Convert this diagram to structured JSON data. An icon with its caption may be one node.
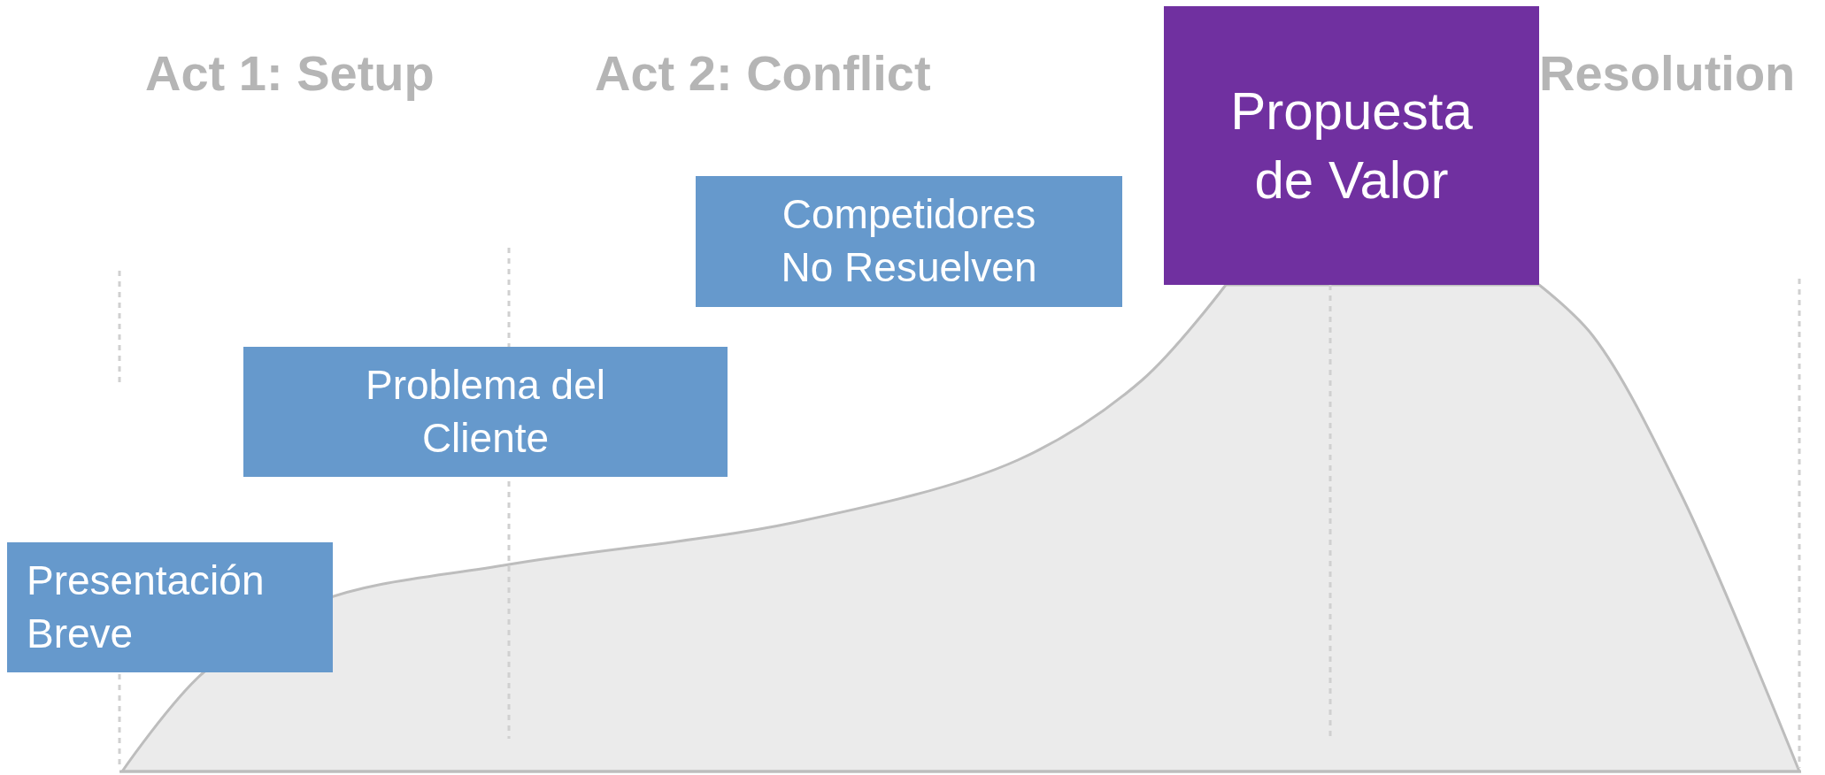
{
  "diagram": {
    "nodes": [
      {
        "text": [
          "Presentación Breve"
        ]
      },
      {
        "text": [
          "Problema del Cliente"
        ]
      },
      {
        "text": [
          "Competidores No Resuelven"
        ]
      },
      {
        "text": [
          "Propuesta de Valor"
        ]
      }
    ],
    "labels": [
      "Act 1: Setup",
      "Act 2: Conflict",
      "Resolution"
    ]
  }
}
